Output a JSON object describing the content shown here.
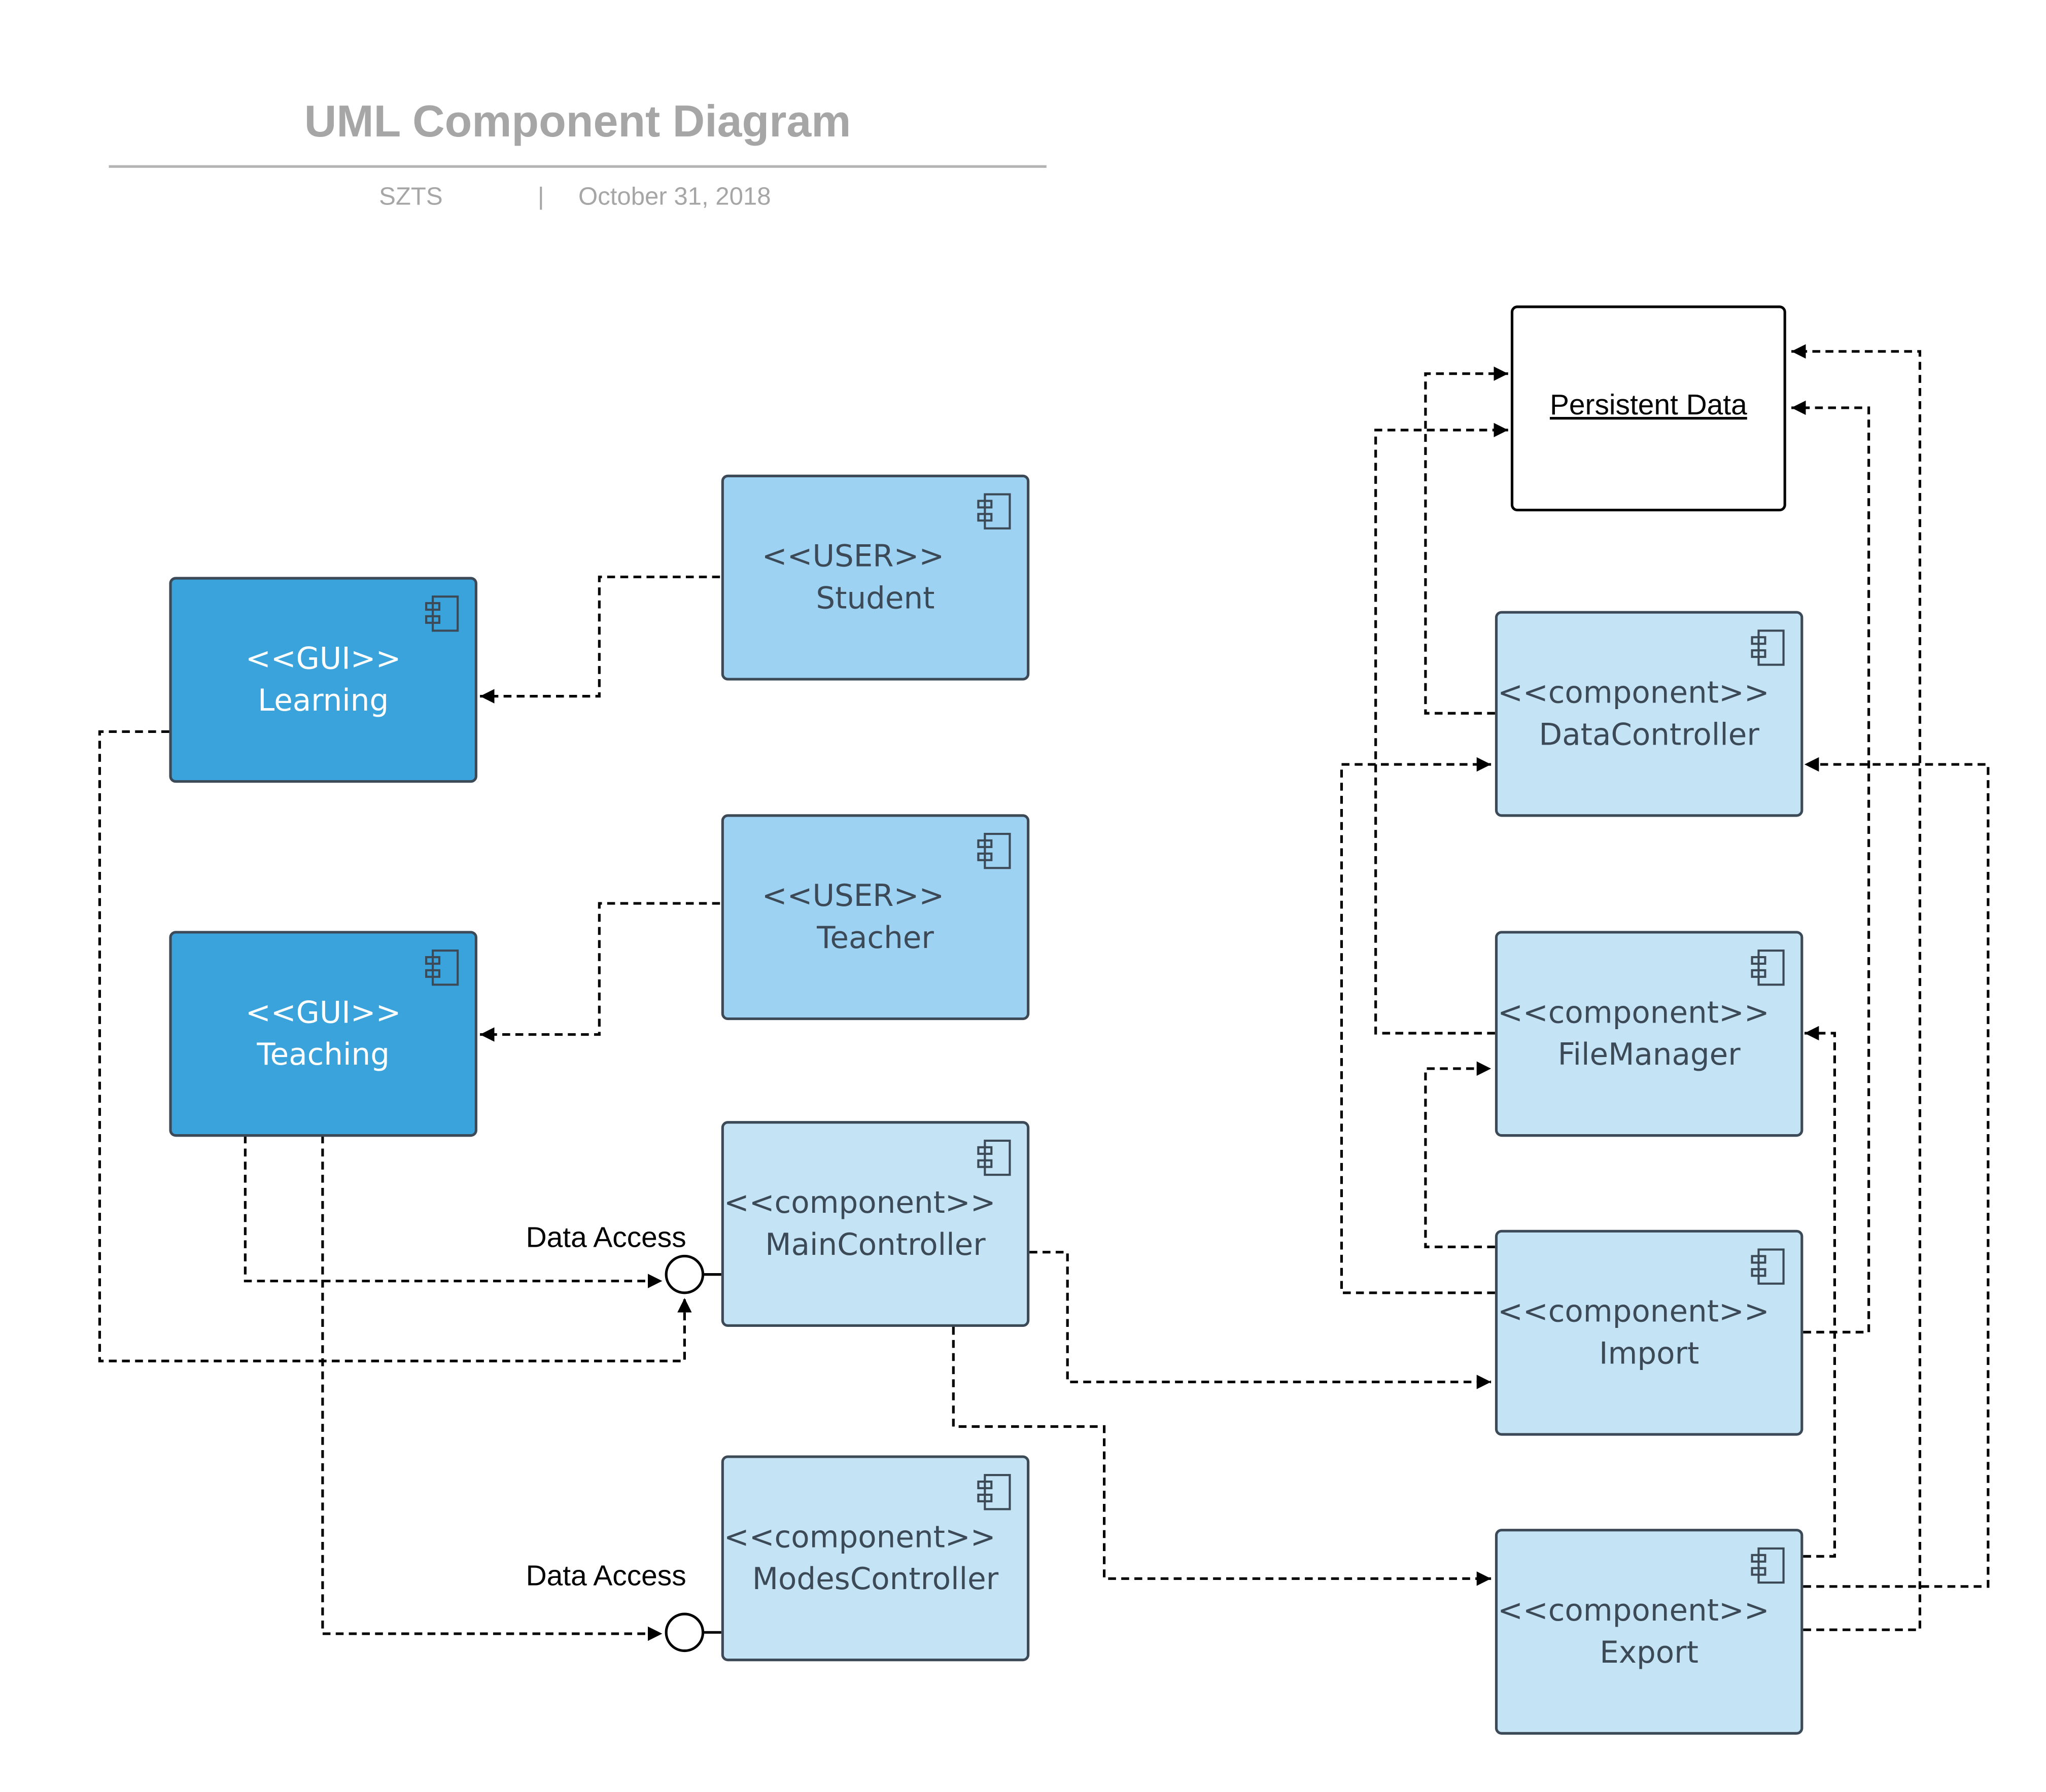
{
  "header": {
    "title": "UML Component Diagram",
    "author": "SZTS",
    "separator": "|",
    "date": "October 31, 2018"
  },
  "nodes": {
    "learning": {
      "stereotype": "<<GUI>>",
      "name": "Learning",
      "icon": "component-icon"
    },
    "teaching": {
      "stereotype": "<<GUI>>",
      "name": "Teaching",
      "icon": "component-icon"
    },
    "student": {
      "stereotype": "<<USER>>",
      "name": "Student",
      "icon": "component-icon"
    },
    "teacher": {
      "stereotype": "<<USER>>",
      "name": "Teacher",
      "icon": "component-icon"
    },
    "main_controller": {
      "stereotype": "<<component>>",
      "name": "MainController",
      "icon": "component-icon"
    },
    "modes_controller": {
      "stereotype": "<<component>>",
      "name": "ModesController",
      "icon": "component-icon"
    },
    "persistent_data": {
      "name": "Persistent Data"
    },
    "data_controller": {
      "stereotype": "<<component>>",
      "name": "DataController",
      "icon": "component-icon"
    },
    "file_manager": {
      "stereotype": "<<component>>",
      "name": "FileManager",
      "icon": "component-icon"
    },
    "import": {
      "stereotype": "<<component>>",
      "name": "Import",
      "icon": "component-icon"
    },
    "export": {
      "stereotype": "<<component>>",
      "name": "Export",
      "icon": "component-icon"
    }
  },
  "interfaces": {
    "main_controller": "Data Access",
    "modes_controller": "Data Access"
  },
  "colors": {
    "gui_fill": "#3ba3dc",
    "user_fill": "#9ed2f2",
    "component_fill": "#c4e4f6",
    "border": "#3c4a57",
    "connector": "#000000"
  }
}
